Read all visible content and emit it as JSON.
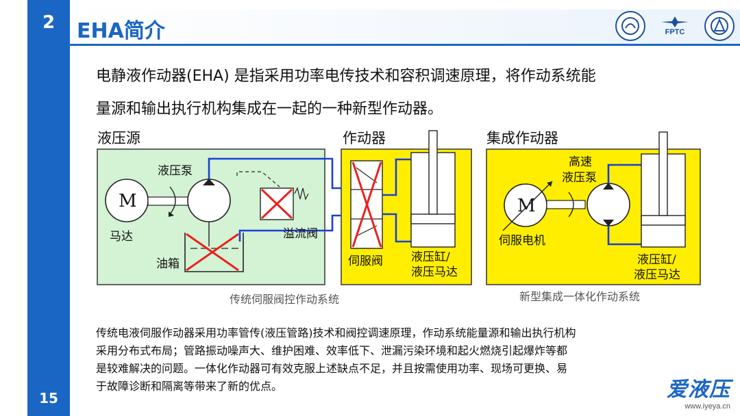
{
  "section_number": "2",
  "page_number": "15",
  "title": "EHA简介",
  "logo_label": "FPTC",
  "intro_lines": [
    "电静液作动器(EHA) 是指采用功率电传技术和容积调速原理，将作动系统能",
    "量源和输出执行机构集成在一起的一种新型作动器。"
  ],
  "diagram": {
    "label_hydraulic_source": "液压源",
    "label_actuator": "作动器",
    "label_integrated": "集成作动器",
    "motor_symbol": "M",
    "label_pump": "液压泵",
    "label_motor": "马达",
    "label_tank": "油箱",
    "label_relief_valve": "溢流阀",
    "label_servo_valve": "伺服阀",
    "label_cylinder_1": "液压缸/",
    "label_cylinder_2": "液压马达",
    "label_hs_pump_1": "高速",
    "label_hs_pump_2": "液压泵",
    "label_servo_motor": "伺服电机",
    "caption_left": "传统伺服阀控作动系统",
    "caption_right": "新型集成一体化作动系统"
  },
  "bottom_lines": [
    "传统电液伺服作动器采用功率管传(液压管路)技术和阀控调速原理，作动系统能量源和输出执行机构",
    "采用分布式布局；管路振动噪声大、维护困难、效率低下、泄漏污染环境和起火燃烧引起爆炸等都",
    "是较难解决的问题。一体化作动器可有效克服上述缺点不足，并且按需使用功率、现场可更换、易",
    "于故障诊断和隔离等带来了新的优点。"
  ],
  "watermark": {
    "brand": "爱液压",
    "url": "www.iyeya.cn"
  },
  "colors": {
    "accent": "#1a66c4",
    "green_panel": "#d4f2d4",
    "yellow_panel": "#ffee00",
    "pipe": "#1a3fd6",
    "cross": "#e8231e"
  }
}
